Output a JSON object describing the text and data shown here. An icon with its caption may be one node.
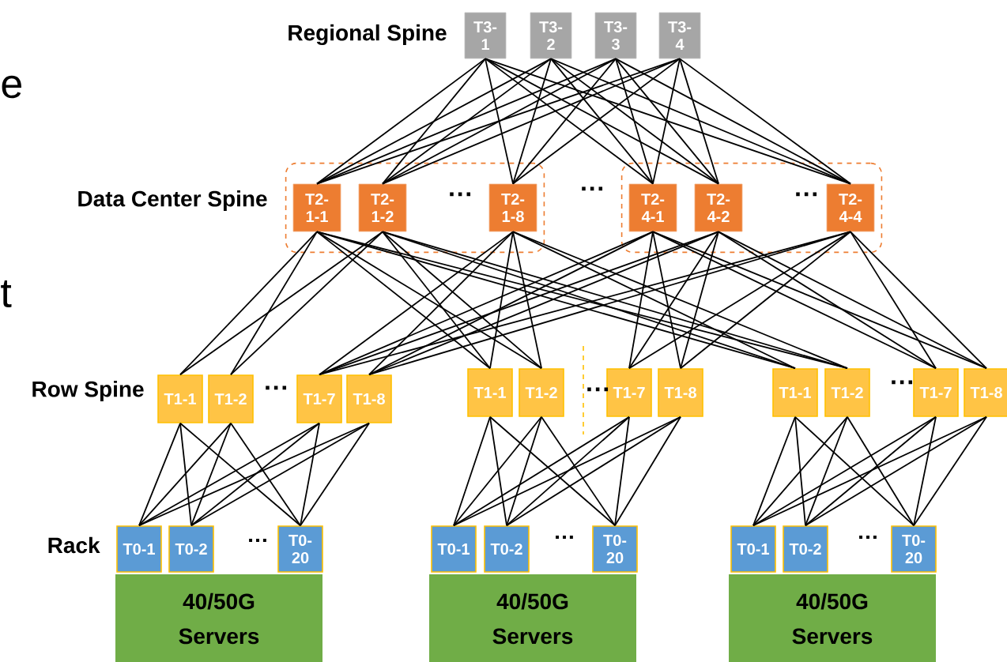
{
  "diagram": {
    "nodes": [
      {
        "text": [
          "T3-1"
        ]
      },
      {
        "text": [
          "T3-2"
        ]
      },
      {
        "text": [
          "T3-3"
        ]
      },
      {
        "text": [
          "T3-4"
        ]
      },
      {
        "text": [],
        "shape": "box"
      },
      {
        "text": [
          "T2-1-1"
        ],
        "in": 4
      },
      {
        "text": [
          "T2-1-2"
        ],
        "in": 4
      },
      {
        "text": [
          "T2-1-8"
        ],
        "in": 4
      },
      {
        "text": [],
        "shape": "box"
      },
      {
        "text": [
          "T2-4-1"
        ],
        "in": 8
      },
      {
        "text": [
          "T2-4-2"
        ],
        "in": 8
      },
      {
        "text": [
          "T2-4-4"
        ],
        "in": 8
      },
      {
        "text": [
          "T1-1"
        ]
      },
      {
        "text": [
          "T1-2"
        ]
      },
      {
        "text": [
          "T1-7"
        ]
      },
      {
        "text": [
          "T1-8"
        ]
      },
      {
        "text": [
          "T1-1"
        ]
      },
      {
        "text": [
          "T1-2"
        ]
      },
      {
        "text": [
          "T1-7"
        ]
      },
      {
        "text": [
          "T1-8"
        ]
      },
      {
        "text": [
          "T1-1"
        ]
      },
      {
        "text": [
          "T1-2"
        ]
      },
      {
        "text": [
          "T1-7"
        ]
      },
      {
        "text": [
          "T1-8"
        ]
      },
      {
        "text": [
          "T0-1"
        ]
      },
      {
        "text": [
          "T0-2"
        ]
      },
      {
        "text": [
          "T0-20"
        ]
      },
      {
        "text": [
          "T0-1"
        ]
      },
      {
        "text": [
          "T0-2"
        ]
      },
      {
        "text": [
          "T0-20"
        ]
      },
      {
        "text": [
          "T0-1"
        ]
      },
      {
        "text": [
          "T0-2"
        ]
      },
      {
        "text": [
          "T0-20"
        ]
      },
      {
        "text": [
          "40/50G Servers"
        ]
      },
      {
        "text": [
          "40/50G Servers"
        ]
      },
      {
        "text": [
          "40/50G Servers"
        ]
      }
    ],
    "edges": [
      {
        "from": 0,
        "to": 5,
        "arrow": "none"
      },
      {
        "from": 0,
        "to": 6,
        "arrow": "none"
      },
      {
        "from": 0,
        "to": 7,
        "arrow": "none"
      },
      {
        "from": 0,
        "to": 9,
        "arrow": "none"
      },
      {
        "from": 0,
        "to": 10,
        "arrow": "none"
      },
      {
        "from": 0,
        "to": 11,
        "arrow": "none"
      },
      {
        "from": 1,
        "to": 5,
        "arrow": "none"
      },
      {
        "from": 1,
        "to": 6,
        "arrow": "none"
      },
      {
        "from": 1,
        "to": 7,
        "arrow": "none"
      },
      {
        "from": 1,
        "to": 9,
        "arrow": "none"
      },
      {
        "from": 1,
        "to": 10,
        "arrow": "none"
      },
      {
        "from": 1,
        "to": 11,
        "arrow": "none"
      },
      {
        "from": 2,
        "to": 5,
        "arrow": "none"
      },
      {
        "from": 2,
        "to": 6,
        "arrow": "none"
      },
      {
        "from": 2,
        "to": 7,
        "arrow": "none"
      },
      {
        "from": 2,
        "to": 9,
        "arrow": "none"
      },
      {
        "from": 2,
        "to": 10,
        "arrow": "none"
      },
      {
        "from": 2,
        "to": 11,
        "arrow": "none"
      },
      {
        "from": 3,
        "to": 5,
        "arrow": "none"
      },
      {
        "from": 3,
        "to": 6,
        "arrow": "none"
      },
      {
        "from": 3,
        "to": 7,
        "arrow": "none"
      },
      {
        "from": 3,
        "to": 9,
        "arrow": "none"
      },
      {
        "from": 3,
        "to": 10,
        "arrow": "none"
      },
      {
        "from": 3,
        "to": 11,
        "arrow": "none"
      },
      {
        "from": 5,
        "to": 12,
        "arrow": "none"
      },
      {
        "from": 5,
        "to": 13,
        "arrow": "none"
      },
      {
        "from": 5,
        "to": 16,
        "arrow": "none"
      },
      {
        "from": 5,
        "to": 17,
        "arrow": "none"
      },
      {
        "from": 5,
        "to": 20,
        "arrow": "none"
      },
      {
        "from": 5,
        "to": 21,
        "arrow": "none"
      },
      {
        "from": 6,
        "to": 12,
        "arrow": "none"
      },
      {
        "from": 6,
        "to": 13,
        "arrow": "none"
      },
      {
        "from": 6,
        "to": 16,
        "arrow": "none"
      },
      {
        "from": 6,
        "to": 17,
        "arrow": "none"
      },
      {
        "from": 6,
        "to": 20,
        "arrow": "none"
      },
      {
        "from": 6,
        "to": 21,
        "arrow": "none"
      },
      {
        "from": 7,
        "to": 14,
        "arrow": "none"
      },
      {
        "from": 7,
        "to": 15,
        "arrow": "none"
      },
      {
        "from": 7,
        "to": 16,
        "arrow": "none"
      },
      {
        "from": 7,
        "to": 17,
        "arrow": "none"
      },
      {
        "from": 7,
        "to": 20,
        "arrow": "none"
      },
      {
        "from": 7,
        "to": 21,
        "arrow": "none"
      },
      {
        "from": 9,
        "to": 14,
        "arrow": "none"
      },
      {
        "from": 9,
        "to": 15,
        "arrow": "none"
      },
      {
        "from": 9,
        "to": 18,
        "arrow": "none"
      },
      {
        "from": 9,
        "to": 19,
        "arrow": "none"
      },
      {
        "from": 9,
        "to": 22,
        "arrow": "none"
      },
      {
        "from": 9,
        "to": 23,
        "arrow": "none"
      },
      {
        "from": 10,
        "to": 14,
        "arrow": "none"
      },
      {
        "from": 10,
        "to": 15,
        "arrow": "none"
      },
      {
        "from": 10,
        "to": 18,
        "arrow": "none"
      },
      {
        "from": 10,
        "to": 19,
        "arrow": "none"
      },
      {
        "from": 10,
        "to": 22,
        "arrow": "none"
      },
      {
        "from": 10,
        "to": 23,
        "arrow": "none"
      },
      {
        "from": 11,
        "to": 14,
        "arrow": "none"
      },
      {
        "from": 11,
        "to": 15,
        "arrow": "none"
      },
      {
        "from": 11,
        "to": 18,
        "arrow": "none"
      },
      {
        "from": 11,
        "to": 19,
        "arrow": "none"
      },
      {
        "from": 11,
        "to": 22,
        "arrow": "none"
      },
      {
        "from": 11,
        "to": 23,
        "arrow": "none"
      },
      {
        "from": 12,
        "to": 24,
        "arrow": "none"
      },
      {
        "from": 12,
        "to": 25,
        "arrow": "none"
      },
      {
        "from": 12,
        "to": 26,
        "arrow": "none"
      },
      {
        "from": 13,
        "to": 24,
        "arrow": "none"
      },
      {
        "from": 13,
        "to": 25,
        "arrow": "none"
      },
      {
        "from": 13,
        "to": 26,
        "arrow": "none"
      },
      {
        "from": 14,
        "to": 24,
        "arrow": "none"
      },
      {
        "from": 14,
        "to": 25,
        "arrow": "none"
      },
      {
        "from": 14,
        "to": 26,
        "arrow": "none"
      },
      {
        "from": 15,
        "to": 24,
        "arrow": "none"
      },
      {
        "from": 15,
        "to": 25,
        "arrow": "none"
      },
      {
        "from": 15,
        "to": 26,
        "arrow": "none"
      },
      {
        "from": 16,
        "to": 27,
        "arrow": "none"
      },
      {
        "from": 16,
        "to": 28,
        "arrow": "none"
      },
      {
        "from": 16,
        "to": 29,
        "arrow": "none"
      },
      {
        "from": 17,
        "to": 27,
        "arrow": "none"
      },
      {
        "from": 17,
        "to": 28,
        "arrow": "none"
      },
      {
        "from": 17,
        "to": 29,
        "arrow": "none"
      },
      {
        "from": 18,
        "to": 27,
        "arrow": "none"
      },
      {
        "from": 18,
        "to": 28,
        "arrow": "none"
      },
      {
        "from": 18,
        "to": 29,
        "arrow": "none"
      },
      {
        "from": 19,
        "to": 27,
        "arrow": "none"
      },
      {
        "from": 19,
        "to": 28,
        "arrow": "none"
      },
      {
        "from": 19,
        "to": 29,
        "arrow": "none"
      },
      {
        "from": 20,
        "to": 30,
        "arrow": "none"
      },
      {
        "from": 20,
        "to": 31,
        "arrow": "none"
      },
      {
        "from": 20,
        "to": 32,
        "arrow": "none"
      },
      {
        "from": 21,
        "to": 30,
        "arrow": "none"
      },
      {
        "from": 21,
        "to": 31,
        "arrow": "none"
      },
      {
        "from": 21,
        "to": 32,
        "arrow": "none"
      },
      {
        "from": 22,
        "to": 30,
        "arrow": "none"
      },
      {
        "from": 22,
        "to": 31,
        "arrow": "none"
      },
      {
        "from": 22,
        "to": 32,
        "arrow": "none"
      },
      {
        "from": 23,
        "to": 30,
        "arrow": "none"
      },
      {
        "from": 23,
        "to": 31,
        "arrow": "none"
      },
      {
        "from": 23,
        "to": 32,
        "arrow": "none"
      }
    ],
    "labels": [
      "Regional Spine",
      "e",
      "Data Center Spine",
      "···",
      "···",
      "···",
      "t",
      "Row Spine",
      "···",
      "···",
      "···",
      "Rack",
      "…",
      "…",
      "…"
    ]
  }
}
